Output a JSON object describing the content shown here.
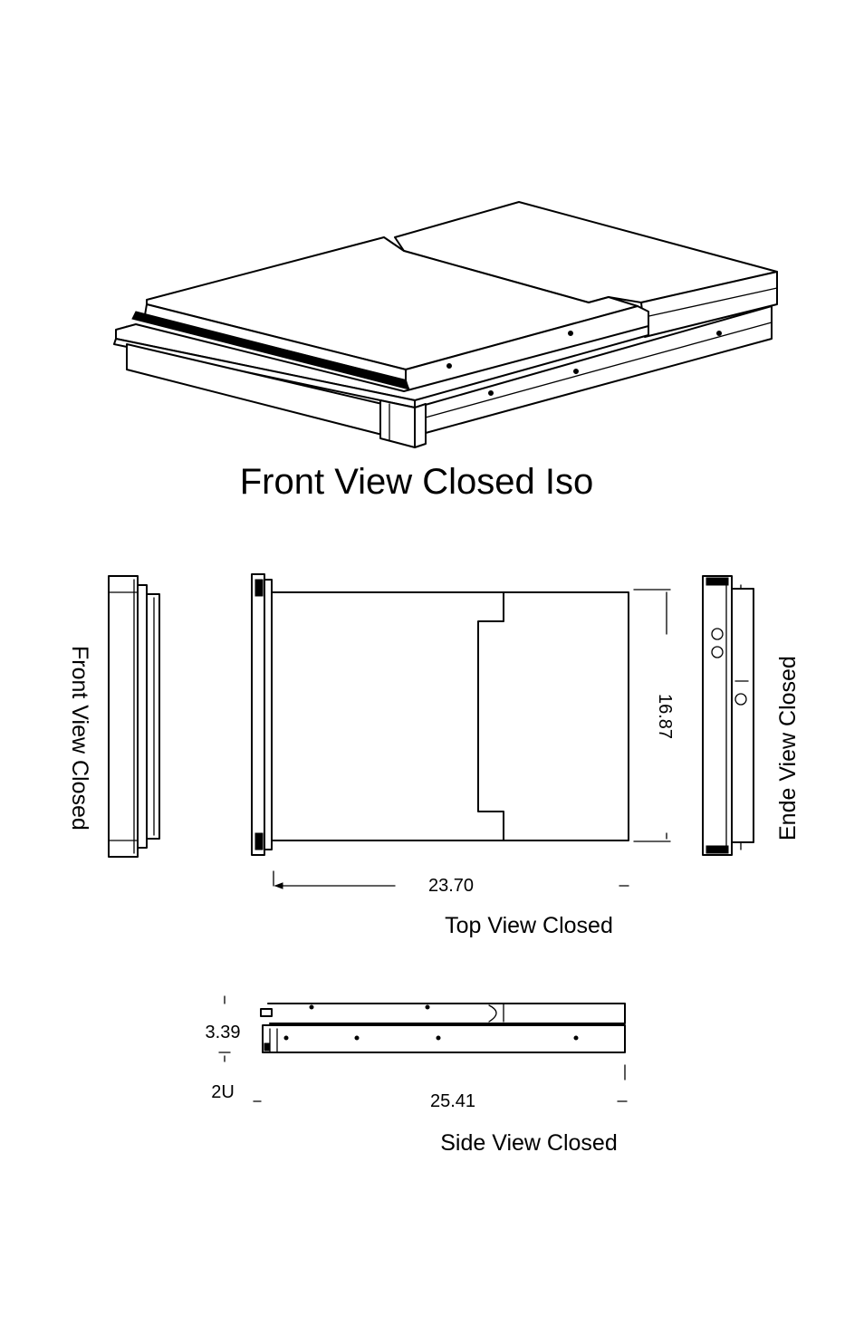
{
  "labels": {
    "iso_title": "Front View Closed Iso",
    "front_view": "Front View Closed",
    "top_view": "Top View Closed",
    "ende_view": "Ende View Closed",
    "side_view": "Side View Closed"
  },
  "dimensions": {
    "top_width": "23.70",
    "top_depth": "16.87",
    "side_height": "3.39",
    "rack_units": "2U",
    "side_length": "25.41"
  }
}
